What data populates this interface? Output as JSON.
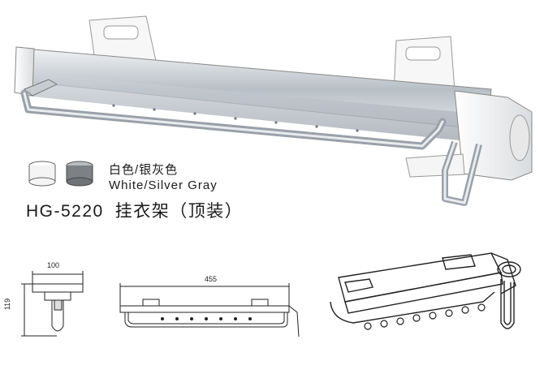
{
  "product": {
    "color_cn": "白色/银灰色",
    "color_en": "White/Silver Gray",
    "model": "HG-5220",
    "name_cn": "挂衣架（顶装）"
  },
  "dimensions": {
    "width": "100",
    "height": "119",
    "length": "455"
  },
  "swatches": [
    {
      "name": "white",
      "color": "#f4f4f4"
    },
    {
      "name": "silver-gray",
      "color": "#8a8d90"
    }
  ]
}
